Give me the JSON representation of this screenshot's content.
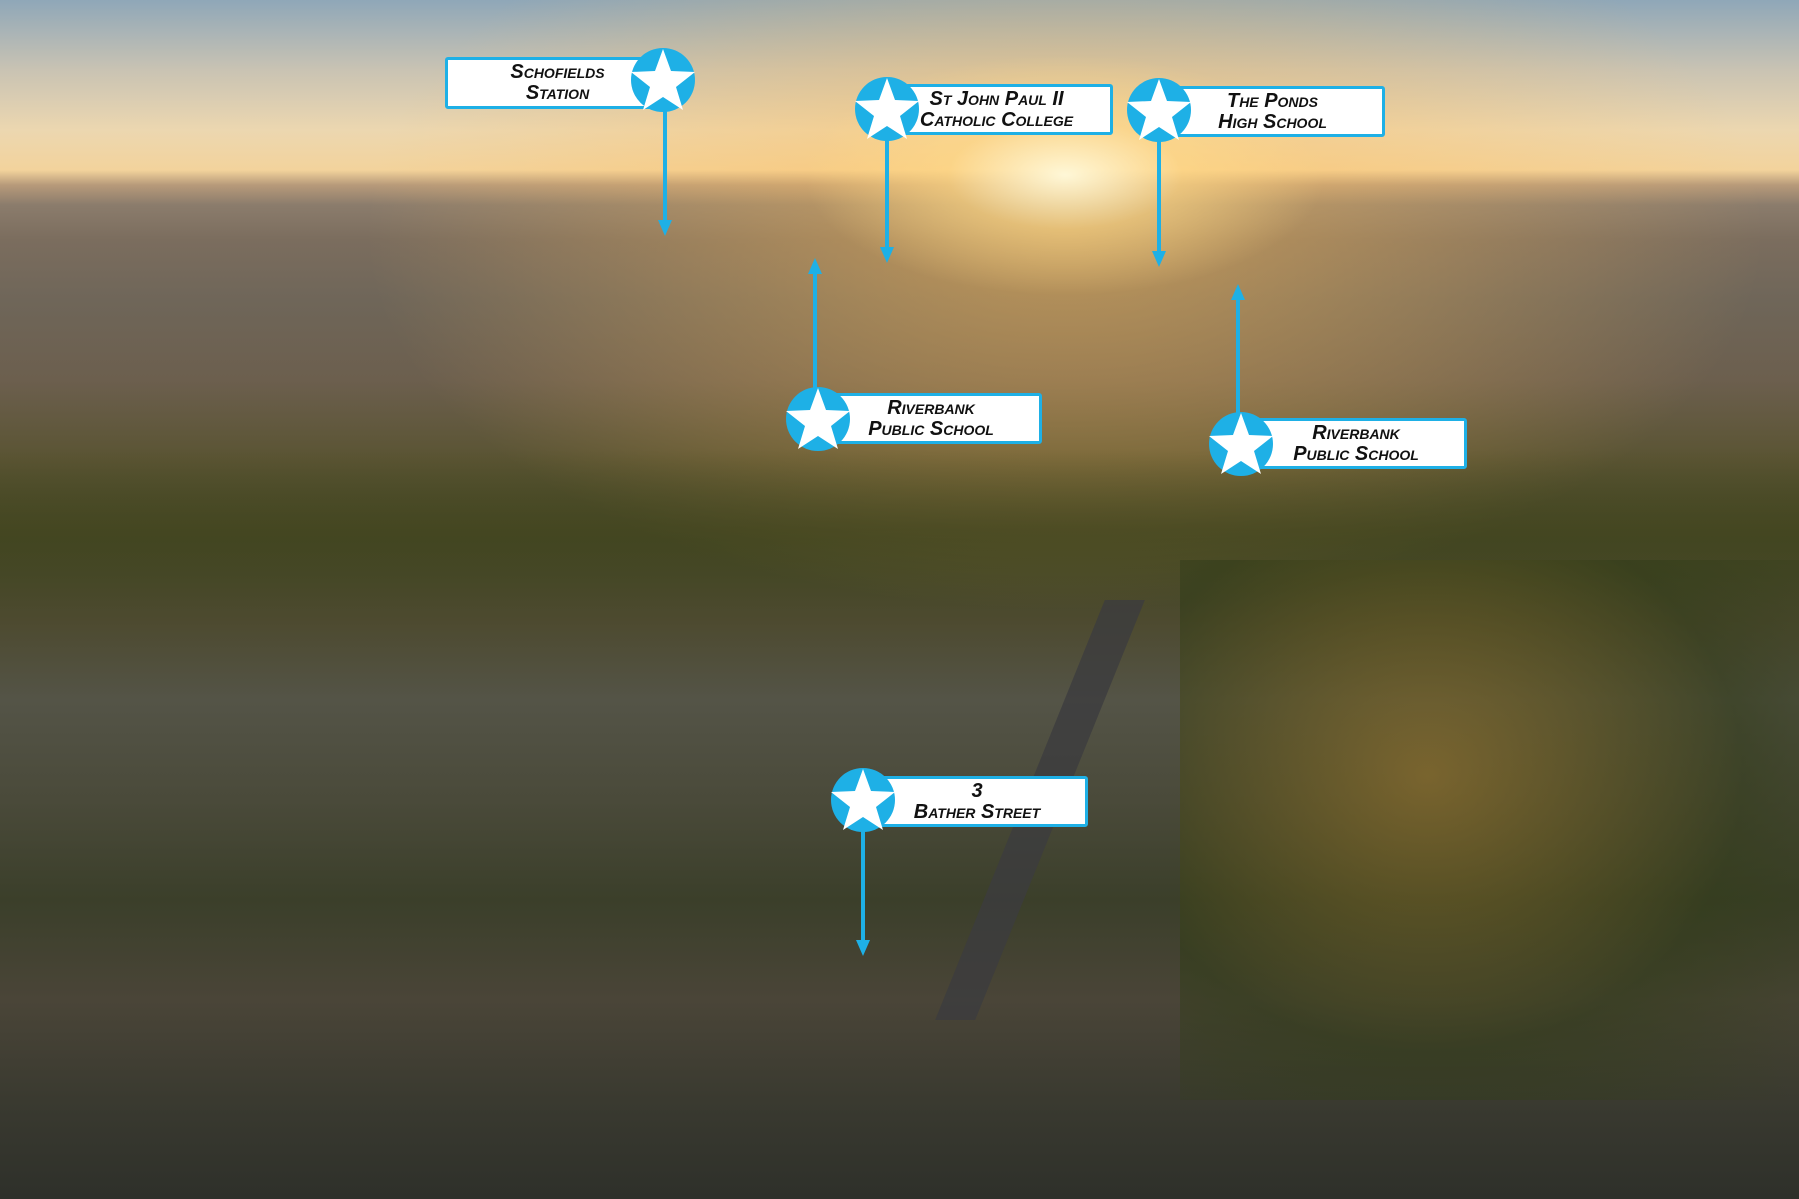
{
  "image": {
    "subject": "aerial-suburb-sunset"
  },
  "accent_color": "#1eb0e6",
  "markers": [
    {
      "line1": "Schofields",
      "line2": "Station",
      "icon": "star-icon",
      "pointer": "down"
    },
    {
      "line1": "St John Paul II",
      "line2": "Catholic College",
      "icon": "star-icon",
      "pointer": "down"
    },
    {
      "line1": "The Ponds",
      "line2": "High School",
      "icon": "star-icon",
      "pointer": "down"
    },
    {
      "line1": "Riverbank",
      "line2": "Public School",
      "icon": "star-icon",
      "pointer": "up"
    },
    {
      "line1": "Riverbank",
      "line2": "Public School",
      "icon": "star-icon",
      "pointer": "up"
    },
    {
      "line1": "3",
      "line2": "Bather Street",
      "icon": "star-icon",
      "pointer": "down"
    }
  ]
}
